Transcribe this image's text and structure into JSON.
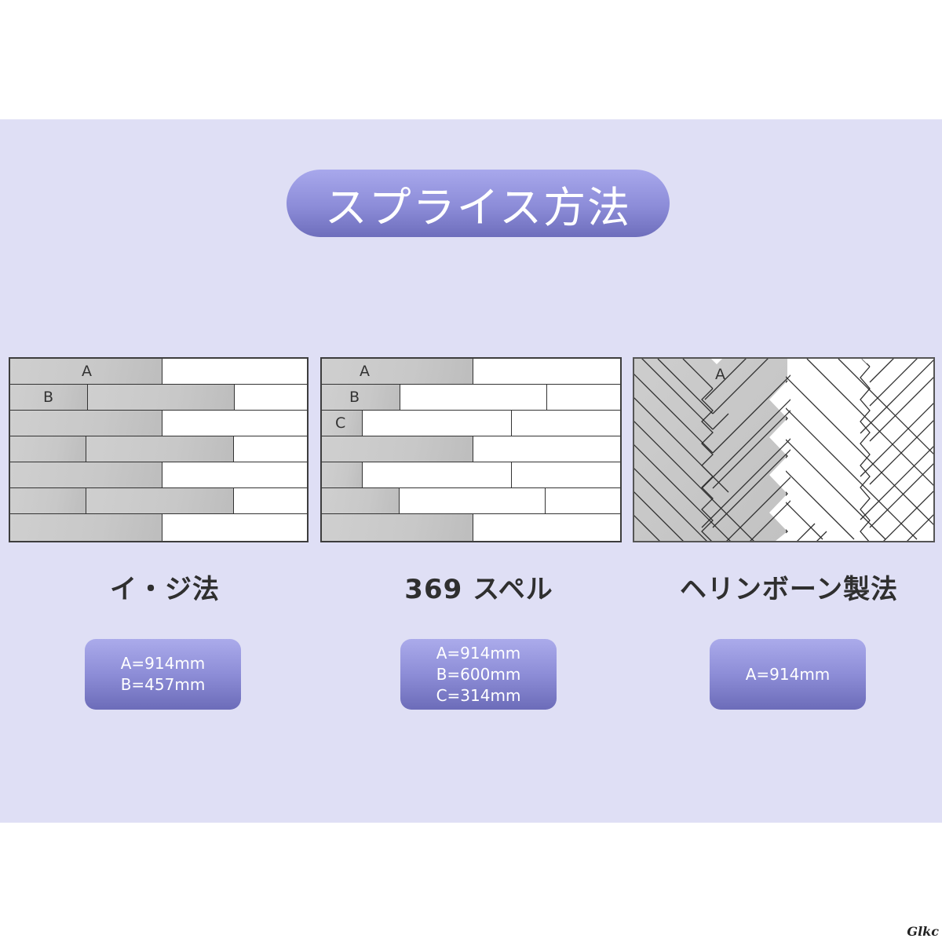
{
  "title": "スプライス方法",
  "colors": {
    "band_background": "#dfdff5",
    "pill_gradient_top": "#a8a8ec",
    "pill_gradient_bottom": "#6e6ebc",
    "tile_gray": "#c9c9c9",
    "tile_white": "#ffffff",
    "text_dark": "#2f2f2f"
  },
  "methods": [
    {
      "name": "イ・ジ法",
      "tile_labels": {
        "a": "A",
        "b": "B"
      },
      "specs": [
        "A=914mm",
        "B=457mm"
      ]
    },
    {
      "name": "369 スペル",
      "tile_labels": {
        "a": "A",
        "b": "B",
        "c": "C"
      },
      "specs": [
        "A=914mm",
        "B=600mm",
        "C=314mm"
      ]
    },
    {
      "name": "ヘリンボーン製法",
      "tile_labels": {
        "a": "A"
      },
      "specs": [
        "A=914mm"
      ]
    }
  ],
  "watermark": "Glkc"
}
